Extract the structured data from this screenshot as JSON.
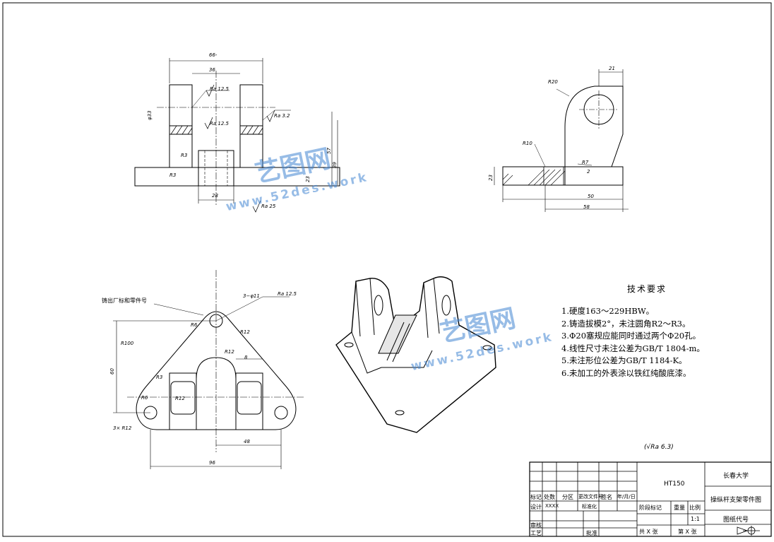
{
  "drawing": {
    "dimensions": {
      "d66": "66-",
      "d36": "36",
      "phi33": "φ33",
      "d57": "57",
      "d39": "39",
      "d23": "23",
      "d28": "28",
      "d21": "21",
      "d23b": "23",
      "d2": "2",
      "d50": "50",
      "d58": "58",
      "d48": "48",
      "d8": "8",
      "d96": "96",
      "d60": "60"
    },
    "radii": {
      "r3a": "R3",
      "r3b": "R3",
      "r20": "R20",
      "r10": "R10",
      "r7": "R7",
      "r6": "R6",
      "r12a": "R12",
      "r100": "R100",
      "r12b": "R12",
      "r3c": "R3",
      "r12c": "R12",
      "r6b": "R6",
      "r12d": "3× R12"
    },
    "roughness_marks": {
      "ra125a": "Ra 12.5",
      "ra32": "Ra 3.2",
      "ra125b": "Ra 12.5",
      "ra25": "Ra 25",
      "ra125c": "Ra 12.5",
      "hole": "3−φ11"
    },
    "notes": {
      "casting_mark": "铸出厂标和零件号"
    }
  },
  "watermark": {
    "brand": "艺图网",
    "url": "www.52des.work"
  },
  "tech_requirements": {
    "title": "技术要求",
    "items": [
      "1.硬度163～229HBW。",
      "2.铸造拔模2°，未注圆角R2～R3。",
      "3.Φ20塞规应能同时通过两个Φ20孔。",
      "4.线性尺寸未注公差为GB/T 1804-m。",
      "5.未注形位公差为GB/T 1184-K。",
      "6.未加工的外表涂以铁红纯酸底漆。"
    ],
    "general_roughness": "(√Ra 6.3)"
  },
  "title_block": {
    "material": "HT150",
    "school": "长春大学",
    "drawing_name": "操纵杆支架零件图",
    "drawing_code": "图纸代号",
    "headers": {
      "mark": "标记",
      "count": "处数",
      "zone": "分区",
      "doc_no": "更改文件号",
      "sign": "签名",
      "date": "年/月/日",
      "design": "设计",
      "designer": "XXXX",
      "standard": "标准化",
      "review": "审核",
      "process": "工艺",
      "approve": "批准",
      "stage": "阶段标记",
      "weight": "重量",
      "scale": "比例",
      "scale_val": "1:1",
      "total": "共  X  张",
      "sheet": "第  X  张"
    }
  }
}
